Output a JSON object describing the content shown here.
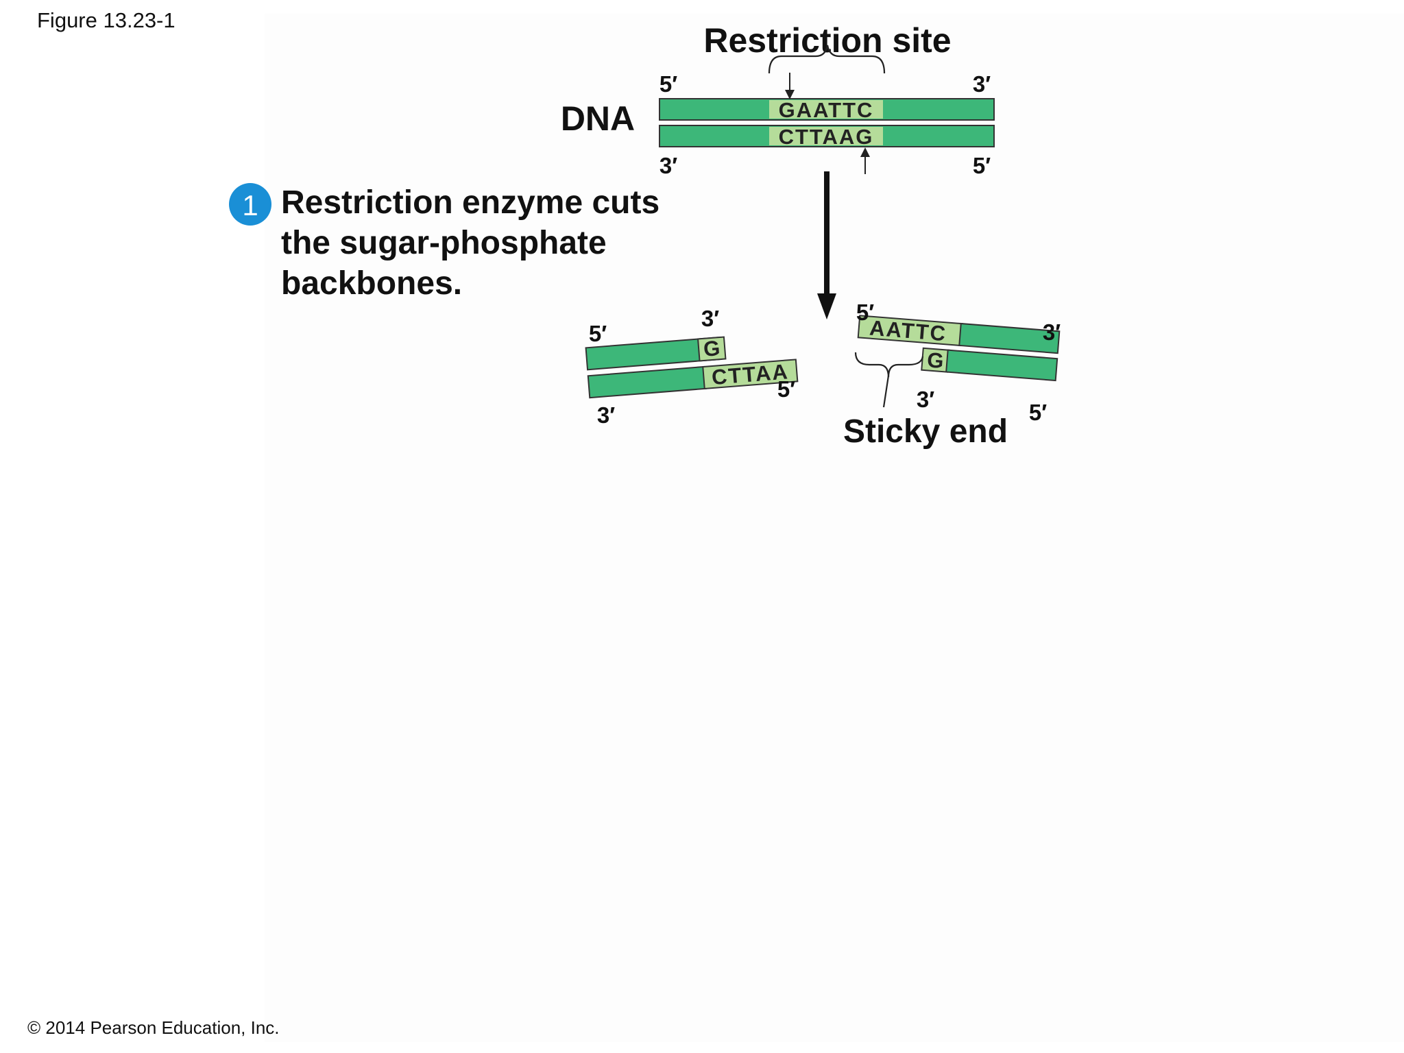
{
  "figure_label": "Figure 13.23-1",
  "copyright": "© 2014 Pearson Education, Inc.",
  "colors": {
    "strand": "#3db779",
    "site": "#b5dc9a",
    "outline": "#333333",
    "step_badge": "#1a8fd6",
    "text": "#111111"
  },
  "top": {
    "restriction_site_label": "Restriction site",
    "dna_label": "DNA",
    "top_strand_sequence": "GAATTC",
    "bottom_strand_sequence": "CTTAAG",
    "top_left_end": "5′",
    "top_right_end": "3′",
    "bottom_left_end": "3′",
    "bottom_right_end": "5′"
  },
  "step1": {
    "number": "1",
    "text_line1": "Restriction enzyme cuts",
    "text_line2": "the sugar-phosphate",
    "text_line3": "backbones."
  },
  "left_fragment": {
    "top_base": "G",
    "bottom_sequence": "CTTAA",
    "top_left_end": "5′",
    "top_right_end": "3′",
    "bottom_left_end": "3′",
    "bottom_right_end": "5′"
  },
  "right_fragment": {
    "top_sequence": "AATTC",
    "bottom_base": "G",
    "top_left_end": "5′",
    "top_right_end": "3′",
    "bottom_left_end": "3′",
    "bottom_right_end": "5′"
  },
  "sticky_end_label": "Sticky end"
}
